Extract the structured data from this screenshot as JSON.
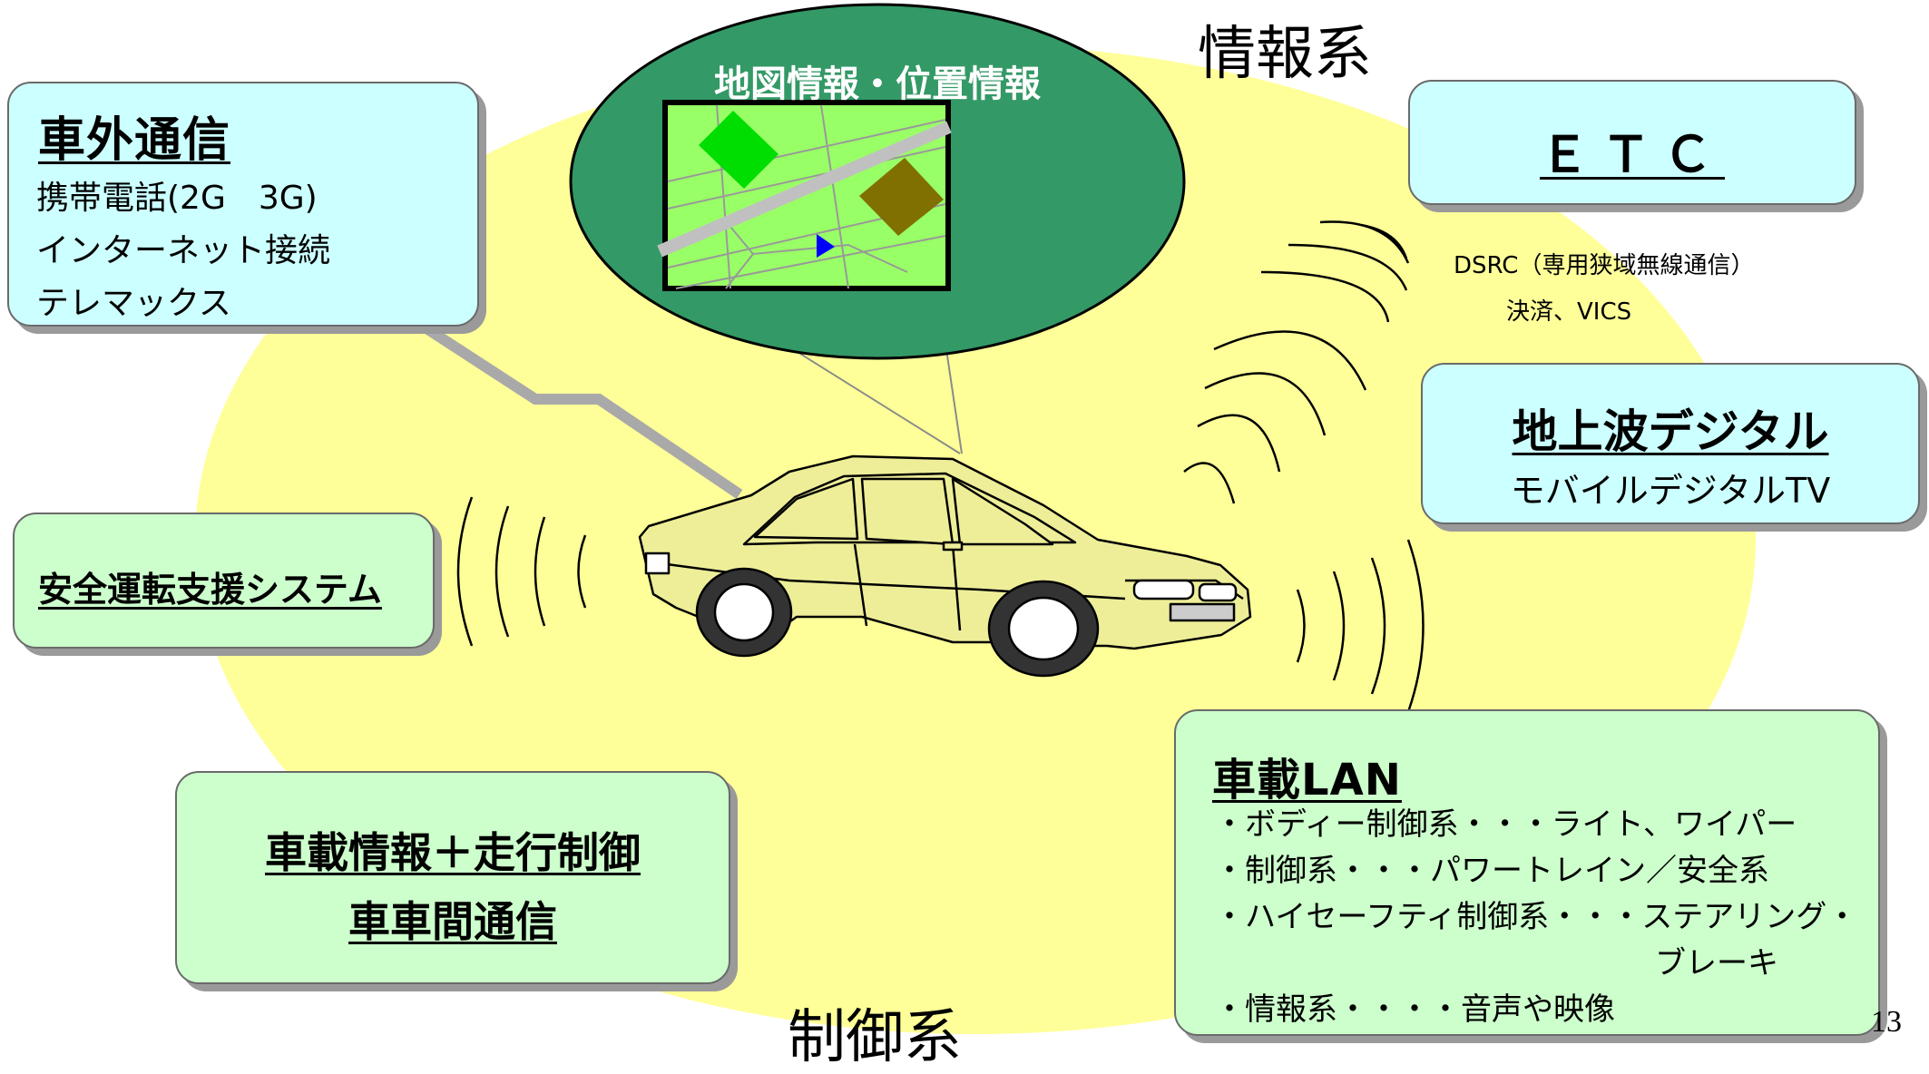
{
  "headings": {
    "info": "情報系",
    "control": "制御系"
  },
  "map_label": "地図情報・位置情報",
  "external_comm": {
    "title": "車外通信",
    "lines": [
      "携帯電話(2G　3G)",
      "インターネット接続",
      "テレマックス"
    ]
  },
  "safety": {
    "title": "安全運転支援システム"
  },
  "vehicle_info": {
    "line1": "車載情報＋走行制御",
    "line2": "車車間通信"
  },
  "etc": {
    "title": "ＥＴＣ"
  },
  "dsrc": {
    "line1": "DSRC（専用狭域無線通信）",
    "line2": "決済、VICS"
  },
  "digital_tv": {
    "title": "地上波デジタル",
    "subtitle": "モバイルデジタルTV"
  },
  "lan": {
    "title": "車載LAN",
    "items": [
      "・ボディー制御系・・・ライト、ワイパー",
      "・制御系・・・パワートレイン／安全系",
      "・ハイセーフティ制御系・・・ステアリング・",
      "ブレーキ",
      "・情報系・・・・音声や映像"
    ]
  },
  "page_number": "13",
  "colors": {
    "background_ellipse": "#ffff99",
    "map_ellipse": "#339966",
    "map_land": "#99ff66",
    "cyan_box": "#ccffff",
    "green_box": "#ccffcc",
    "car_body": "#eeee99"
  }
}
